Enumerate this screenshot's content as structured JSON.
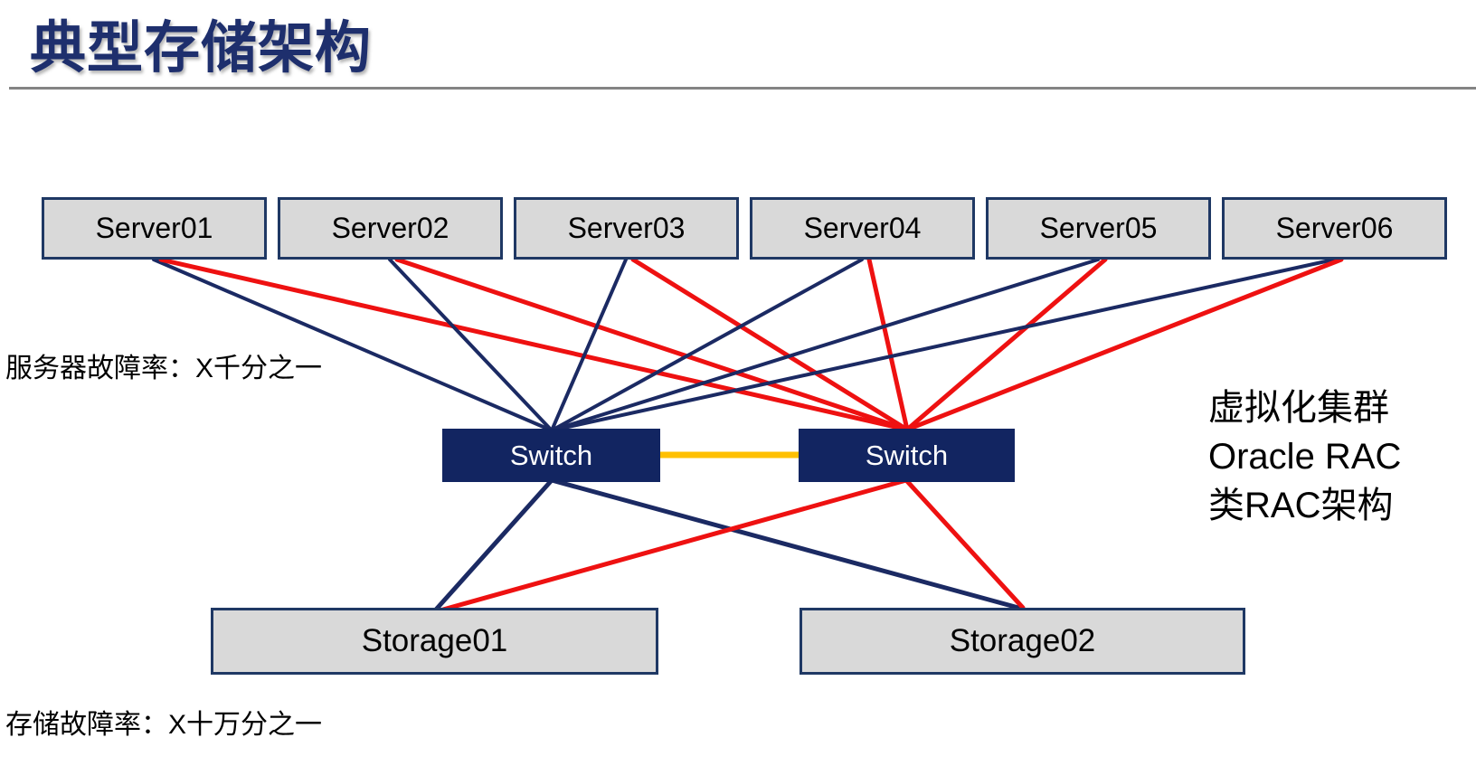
{
  "page": {
    "title": "典型存储架构"
  },
  "colors": {
    "navy": "#1b2a63",
    "navy_fill": "#122561",
    "red": "#ee1111",
    "orange": "#ffc000",
    "box_fill": "#d9d9d9",
    "box_border": "#1f3864",
    "title_color": "#1e2f6d",
    "divider_color": "#848484"
  },
  "diagram": {
    "servers": [
      {
        "label": "Server01"
      },
      {
        "label": "Server02"
      },
      {
        "label": "Server03"
      },
      {
        "label": "Server04"
      },
      {
        "label": "Server05"
      },
      {
        "label": "Server06"
      }
    ],
    "switches": [
      {
        "label": "Switch"
      },
      {
        "label": "Switch"
      }
    ],
    "storages": [
      {
        "label": "Storage01"
      },
      {
        "label": "Storage02"
      }
    ],
    "annotations": {
      "server_failure_rate": "服务器故障率：X千分之一",
      "storage_failure_rate": "存储故障率：X十万分之一",
      "note_lines": [
        "虚拟化集群",
        "Oracle RAC",
        "类RAC架构"
      ]
    }
  }
}
